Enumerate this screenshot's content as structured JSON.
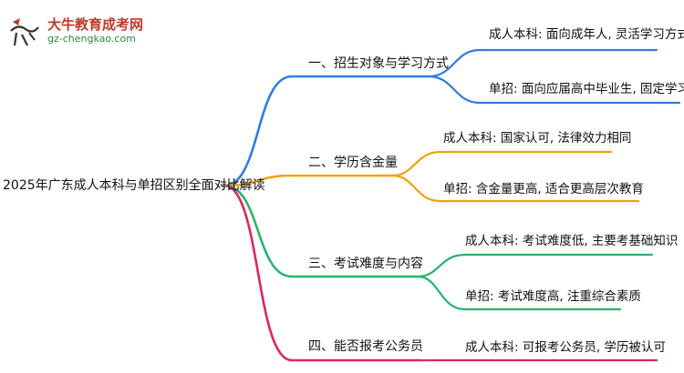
{
  "logo": {
    "icon_name": "university-mascot-logo",
    "title": "大牛教育成考网",
    "url": "gz-chengkao.com"
  },
  "root": {
    "label": "2025年广东成人本科与单招区别全面对比解读"
  },
  "branches": [
    {
      "label": "一、招生对象与学习方式",
      "color": "#2f7de1",
      "children": [
        "成人本科: 面向成年人, 灵活学习方式",
        "单招: 面向应届高中毕业生, 固定学习方式"
      ]
    },
    {
      "label": "二、学历含金量",
      "color": "#f0a20a",
      "children": [
        "成人本科: 国家认可, 法律效力相同",
        "单招: 含金量更高, 适合更高层次教育"
      ]
    },
    {
      "label": "三、考试难度与内容",
      "color": "#27b56a",
      "children": [
        "成人本科: 考试难度低, 主要考基础知识",
        "单招: 考试难度高, 注重综合素质"
      ]
    },
    {
      "label": "四、能否报考公务员",
      "color": "#e0245e",
      "children": [
        "成人本科: 可报考公务员, 学历被认可"
      ]
    }
  ]
}
